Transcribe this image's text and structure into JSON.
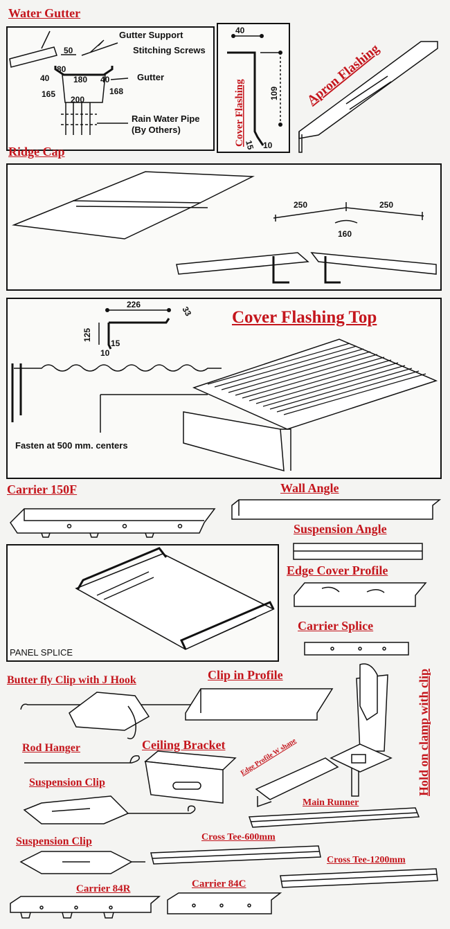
{
  "titles": {
    "water_gutter": "Water Gutter",
    "ridge_cap": "Ridge Cap",
    "cover_flashing_top": "Cover Flashing Top",
    "carrier_150f": "Carrier 150F",
    "wall_angle": "Wall Angle",
    "suspension_angle": "Suspension Angle",
    "edge_cover_profile": "Edge Cover Profile",
    "carrier_splice": "Carrier Splice",
    "butterfly_clip": "Butter fly Clip with J Hook",
    "clip_in_profile": "Clip in Profile",
    "hold_on_clamp": "Hold on clamp with clip",
    "rod_hanger": "Rod Hanger",
    "ceiling_bracket": "Ceiling Bracket",
    "edge_profile_w": "Edge Profile W shape",
    "suspension_clip_1": "Suspension Clip",
    "main_runner": "Main Runner",
    "suspension_clip_2": "Suspension Clip",
    "cross_tee_600": "Cross Tee-600mm",
    "cross_tee_1200": "Cross Tee-1200mm",
    "carrier_84r": "Carrier 84R",
    "carrier_84c": "Carrier 84C"
  },
  "gutter": {
    "gutter_support": "Gutter Support",
    "stitching_screws": "Stitching Screws",
    "gutter": "Gutter",
    "rain_pipe": "Rain Water Pipe",
    "by_others": "(By Others)",
    "d50": "50",
    "d80": "80",
    "d40a": "40",
    "d180": "180",
    "d40b": "40",
    "d165": "165",
    "d168": "168",
    "d200": "200"
  },
  "cover_flashing": {
    "label": "Cover Flashing",
    "apron": "Apron Flashing",
    "d40": "40",
    "d109": "109",
    "d15": "15",
    "d10": "10"
  },
  "ridge": {
    "d250a": "250",
    "d250b": "250",
    "d160": "160"
  },
  "cft": {
    "d226": "226",
    "d33": "33",
    "d125": "125",
    "d15": "15",
    "d10": "10",
    "fasten": "Fasten at 500 mm. centers"
  },
  "panel_splice": "PANEL SPLICE",
  "colors": {
    "title_red": "#c4151c",
    "ink": "#111111"
  }
}
